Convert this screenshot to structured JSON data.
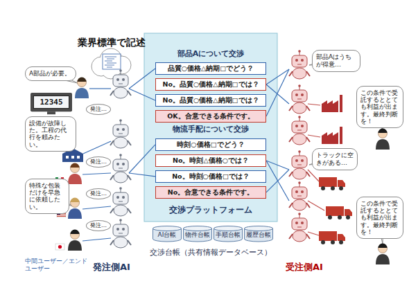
{
  "diagram": {
    "nodes": [
      {
        "text": [
          "A部品が必要。"
        ]
      },
      {
        "text": [
          "12345"
        ]
      },
      {
        "text": [
          "発注…"
        ]
      },
      {
        "text": [
          "設備が故障した。工程の代行を頼みたい。"
        ]
      },
      {
        "text": [
          "発注…"
        ]
      },
      {
        "text": [
          "発注…"
        ]
      },
      {
        "text": [
          "特殊な包装だけを早急に依頼したい。"
        ]
      },
      {
        "text": [
          "発注…"
        ]
      },
      {
        "text": [
          "交渉プラットフォーム"
        ]
      },
      {
        "text": [
          "品質○価格△納期□でどう？"
        ],
        "in": 8
      },
      {
        "text": [
          "No。品質○価格△納期□では？"
        ],
        "in": 8
      },
      {
        "text": [
          "No。品質○価格△納期□では？"
        ],
        "in": 8
      },
      {
        "text": [
          "OK。合意できる条件です。"
        ],
        "in": 8
      },
      {
        "text": [
          "時刻○価格□でどう？"
        ],
        "in": 8
      },
      {
        "text": [
          "No。時刻△価格○では？"
        ],
        "in": 8
      },
      {
        "text": [
          "No。時刻○価格□では？"
        ],
        "in": 8
      },
      {
        "text": [
          "No。合意できる条件です。"
        ],
        "in": 8
      },
      {
        "text": [
          "AI台帳"
        ]
      },
      {
        "text": [
          "物件台帳"
        ]
      },
      {
        "text": [
          "手順台帳"
        ]
      },
      {
        "text": [
          "履歴台帳"
        ]
      },
      {
        "text": [
          "部品Aはうちが得意…"
        ]
      },
      {
        "text": [
          "この条件で受託するととても利益が出ます。最終判断を！"
        ]
      },
      {
        "text": [
          "トラックに空きがある…"
        ]
      },
      {
        "text": [
          "この条件で受託するととても利益が出ます。最終判断を！"
        ]
      }
    ],
    "labels": [
      "業界標準で記述",
      "中間ユーザー／エンドユーザー",
      "発注側AI",
      "部品Aについて交渉",
      "物流手配について交渉",
      "交渉台帳（共有情報データベース）",
      "受注側AI"
    ]
  }
}
